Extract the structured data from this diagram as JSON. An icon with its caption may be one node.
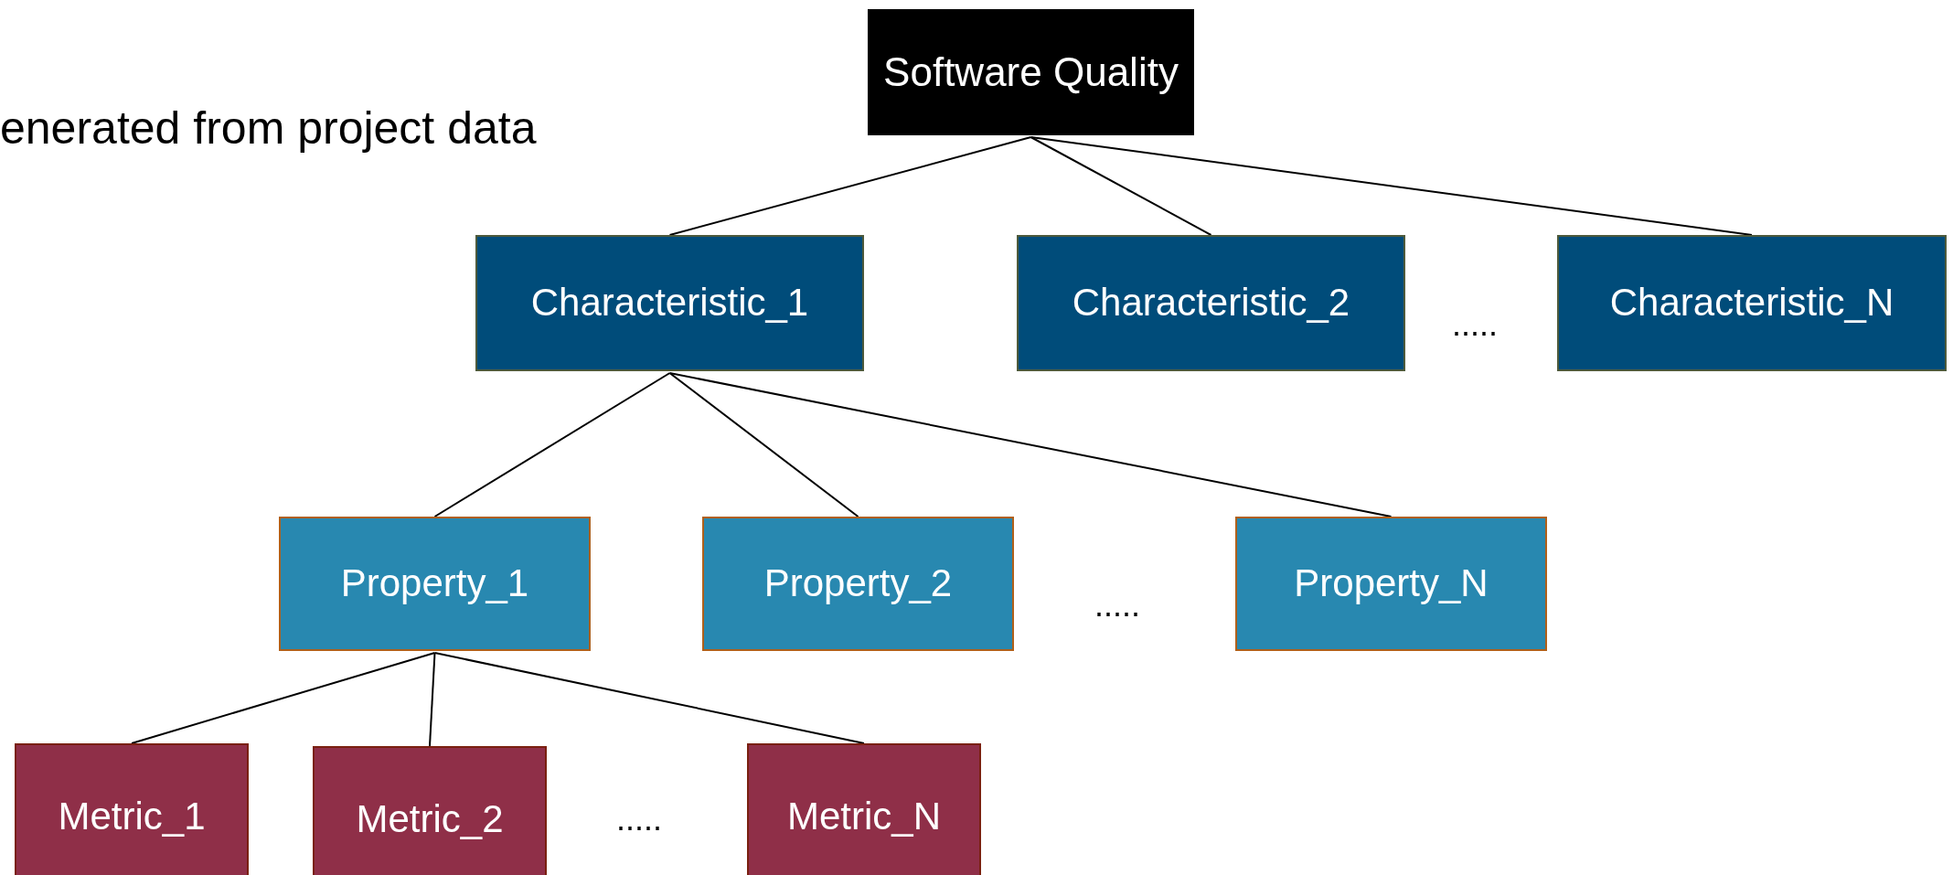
{
  "diagram": {
    "nodes": [
      {
        "text": [
          "Software Quality"
        ]
      },
      {
        "text": [
          "Characteristic_1"
        ]
      },
      {
        "text": [
          "Characteristic_2"
        ]
      },
      {
        "text": [
          "Characteristic_N"
        ]
      },
      {
        "text": [
          "Property_1"
        ]
      },
      {
        "text": [
          "Property_2"
        ]
      },
      {
        "text": [
          "Property_N"
        ]
      },
      {
        "text": [
          "Metric_1"
        ]
      },
      {
        "text": [
          "Metric_2"
        ]
      },
      {
        "text": [
          "Metric_N"
        ]
      }
    ],
    "edges": [
      {
        "from": 0,
        "to": 1,
        "arrow": "none"
      },
      {
        "from": 0,
        "to": 2,
        "arrow": "none"
      },
      {
        "from": 0,
        "to": 3,
        "arrow": "none"
      },
      {
        "from": 1,
        "to": 4,
        "arrow": "none"
      },
      {
        "from": 1,
        "to": 5,
        "arrow": "none"
      },
      {
        "from": 1,
        "to": 6,
        "arrow": "none"
      },
      {
        "from": 4,
        "to": 7,
        "arrow": "none"
      },
      {
        "from": 4,
        "to": 8,
        "arrow": "none"
      },
      {
        "from": 4,
        "to": 9,
        "arrow": "none"
      }
    ],
    "labels": [
      "enerated from project data",
      ".....",
      ".....",
      "....."
    ]
  }
}
